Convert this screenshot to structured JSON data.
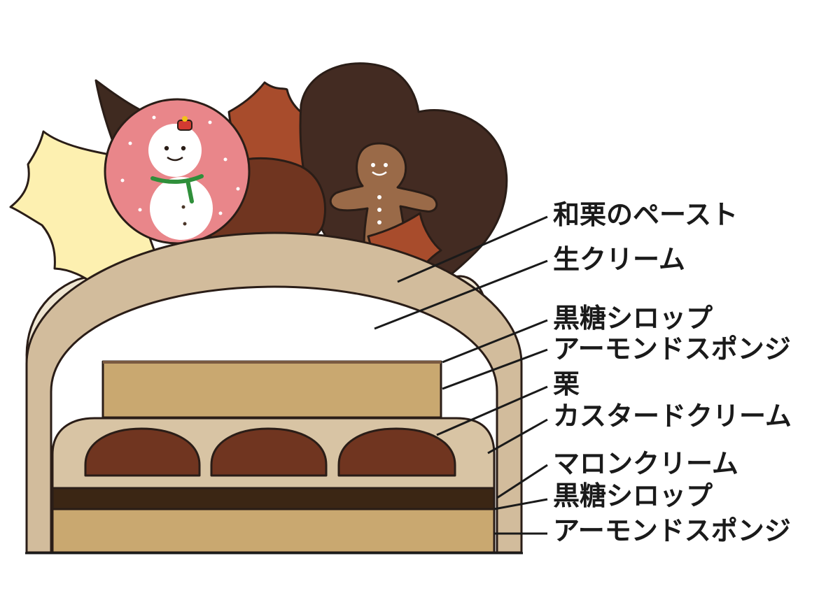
{
  "diagram": {
    "labels": [
      "和栗のペースト",
      "生クリーム",
      "黒糖シロップ",
      "アーモンドスポンジ",
      "栗",
      "カスタードクリーム",
      "マロンクリーム",
      "黒糖シロップ",
      "アーモンドスポンジ"
    ]
  },
  "colors": {
    "outline": "#2a1d17",
    "marron_paste": "#d2bc9c",
    "whipped_cream": "#ffffff",
    "custard": "#d8c4a4",
    "sponge": "#c9a870",
    "syrup": "#3b2614",
    "chestnut": "#703520",
    "holly_leaf": "#fdf0b0",
    "snowman_disc": "#e9868a",
    "chocolate_heart": "#432b22",
    "gingerbread": "#9a6a48",
    "caramel_chip": "#a84c2c"
  },
  "decorations": [
    "holly-leaf",
    "snowman-disc",
    "chocolate-heart",
    "gingerbread-man",
    "caramel-chip"
  ]
}
